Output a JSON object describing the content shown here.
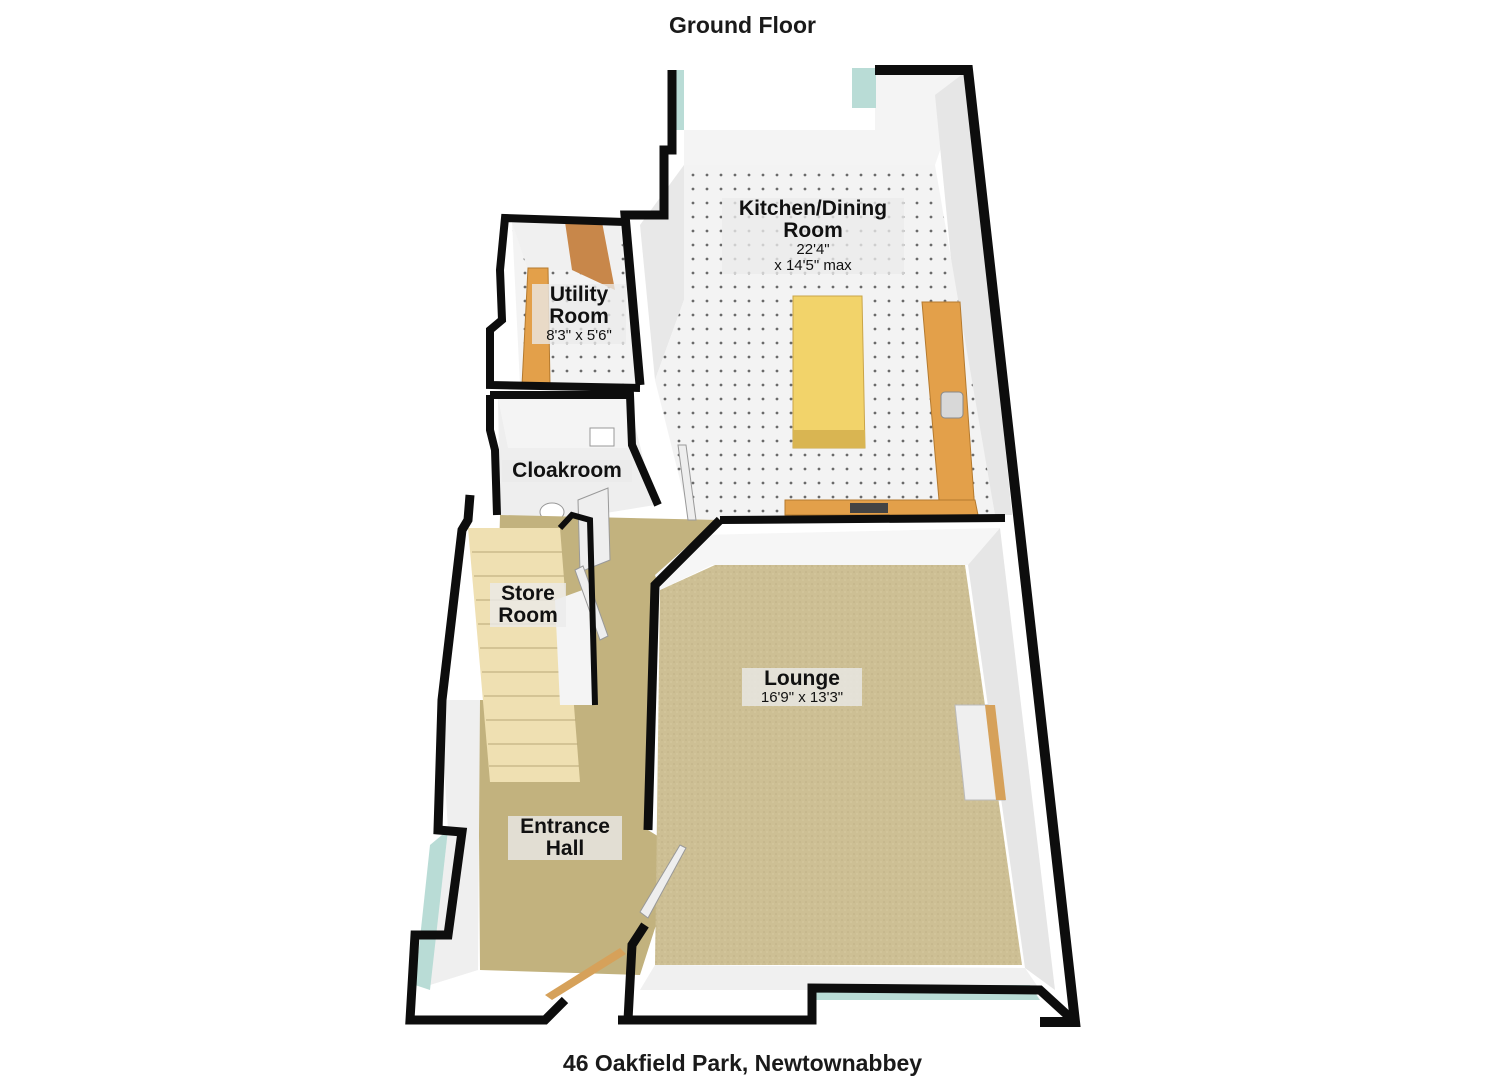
{
  "header": {
    "title": "Ground Floor"
  },
  "footer": {
    "address": "46 Oakfield Park, Newtownabbey"
  },
  "rooms": {
    "kitchen": {
      "name_line1": "Kitchen/Dining",
      "name_line2": "Room",
      "dim_line1": "22'4\"",
      "dim_line2": "x 14'5\" max"
    },
    "utility": {
      "name_line1": "Utility",
      "name_line2": "Room",
      "dim": "8'3\" x 5'6\""
    },
    "cloakroom": {
      "name": "Cloakroom"
    },
    "store": {
      "name_line1": "Store",
      "name_line2": "Room"
    },
    "lounge": {
      "name": "Lounge",
      "dim": "16'9\" x 13'3\""
    },
    "entrance": {
      "name_line1": "Entrance",
      "name_line2": "Hall"
    }
  },
  "colors": {
    "wall": "#0d0d0d",
    "window_glass": "#b9dcd6",
    "tile_floor": "#f2f2f2",
    "carpet": "#cfc093",
    "hall_floor": "#c2b27e",
    "worktop": "#e3a04a",
    "island": "#f2d36a",
    "stairs": "#efe0b2",
    "door": "#d6a15a"
  }
}
